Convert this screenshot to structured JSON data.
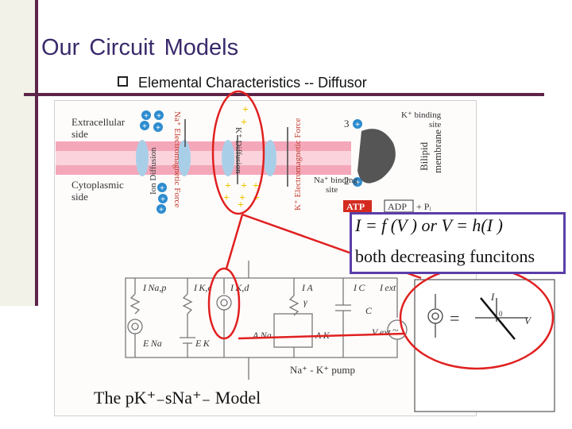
{
  "slide": {
    "title": "Our  Circuit  Models",
    "subtitle": "Elemental Characteristics  -- Diffusor"
  },
  "membrane": {
    "extracellular_1": "Extracellular",
    "extracellular_2": "side",
    "cytoplasmic_1": "Cytoplasmic",
    "cytoplasmic_2": "side",
    "ion_diffusion": "Ion Diffusion",
    "na_em_force": "Na⁺ Electromagnetic Force",
    "k_diffusion": "K⁺ Diffusion",
    "k_em_force": "K⁺ Electromagnetic Force",
    "k_binding_1": "K⁺ binding",
    "k_binding_2": "site",
    "na_binding_1": "Na⁺ binding",
    "na_binding_2": "site",
    "bilipid_1": "Bilipid",
    "bilipid_2": "membrane",
    "num3": "3",
    "num2": "2",
    "atp": "ATP",
    "adp": "ADP",
    "pi": "+ Pᵢ"
  },
  "equation": {
    "line1": "I = f (V )  or  V = h(I )",
    "line2": "both decreasing funcitons"
  },
  "circuit": {
    "i_nap": "I Na,p",
    "i_ke": "I K,e",
    "i_kd": "I K,d",
    "i_a": "I A",
    "gamma": "γ",
    "i_c": "I C",
    "i_ext": "I ext",
    "c": "C",
    "v_ext": "V ext",
    "a_na": "A Na",
    "a_k": "A K",
    "e_na": "E Na",
    "e_k": "E K",
    "pump": "Na⁺ - K⁺ pump",
    "tilde": "~"
  },
  "zoom": {
    "equals": "=",
    "i_label": "I",
    "zero": "0",
    "v_label": "V"
  },
  "caption": {
    "model": "The pK⁺₋sNa⁺₋ Model"
  },
  "colors": {
    "accent": "#5c2448",
    "highlight": "#e02020",
    "equation_border": "#5b3ea8",
    "membrane": "#f4a7b9",
    "channel": "#a9cfe8",
    "na_ion": "#2e8ccf",
    "k_ion": "#f2c500"
  }
}
